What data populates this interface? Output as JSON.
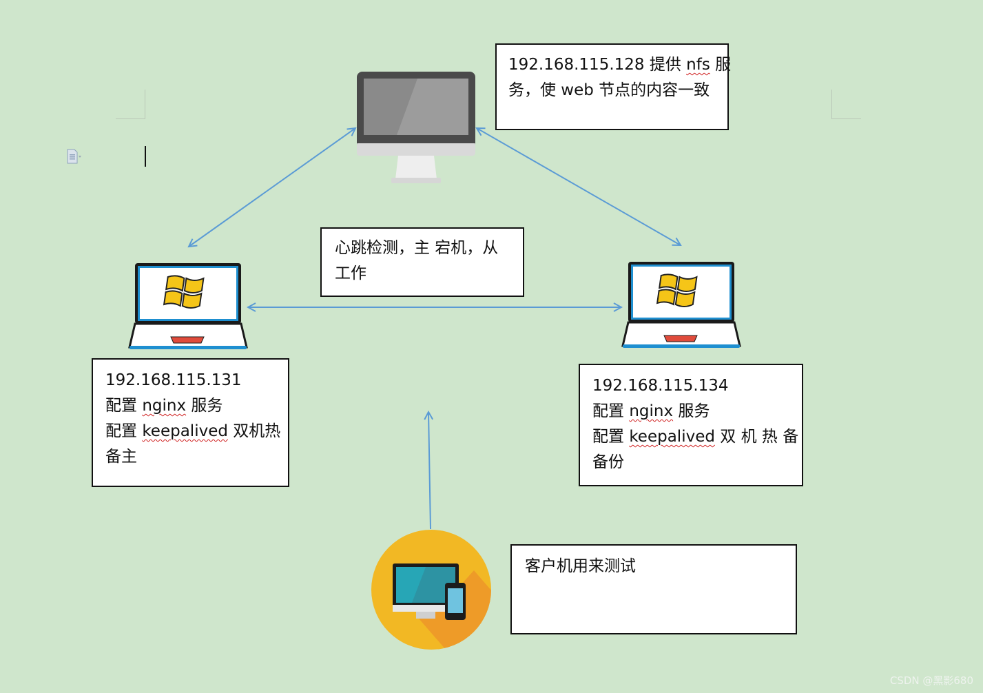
{
  "server_box": {
    "line1_a": "192.168.115.128 提供 ",
    "line1_b": "nfs",
    "line1_c": " 服",
    "line2": "务，使 web 节点的内容一致"
  },
  "heartbeat_box": {
    "line1": "心跳检测，主  宕机，从",
    "line2": "工作"
  },
  "master_box": {
    "ip": "192.168.115.131",
    "l2_a": "配置 ",
    "l2_b": "nginx",
    "l2_c": " 服务",
    "l3_a": "配置 ",
    "l3_b": "keepalived",
    "l3_c": " 双机热",
    "l4": "备主"
  },
  "backup_box": {
    "ip": "192.168.115.134",
    "l2_a": "配置 ",
    "l2_b": "nginx",
    "l2_c": " 服务",
    "l3_a": "配置 ",
    "l3_b": "keepalived",
    "l3_c": " 双 机 热 备",
    "l4": "备份"
  },
  "client_box": {
    "line1": "客户机用来测试"
  },
  "watermark": "CSDN @黑影680",
  "icons": [
    "desktop-monitor-icon",
    "laptop-windows-icon",
    "client-devices-icon",
    "document-icon"
  ],
  "colors": {
    "background": "#cfe6cc",
    "arrow": "#5b9bd5",
    "laptop_screen_border": "#1e8fd0",
    "windows_logo": "#f5c518",
    "client_circle": "#f2b824",
    "client_shadow": "#ee9b28"
  }
}
